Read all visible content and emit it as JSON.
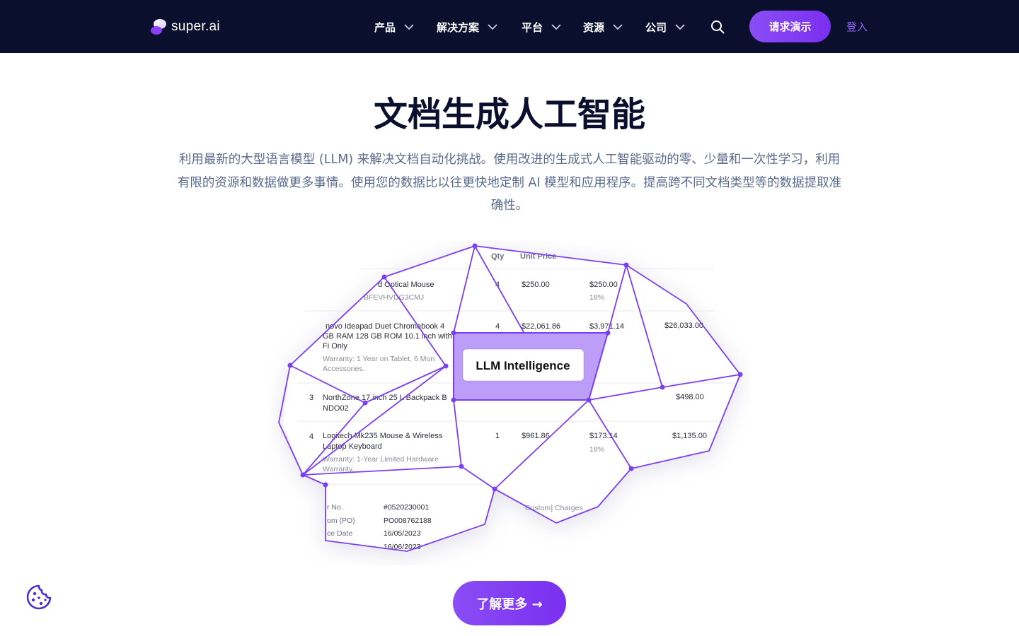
{
  "nav": {
    "logo_text": "super.ai",
    "items": [
      {
        "label": "产品"
      },
      {
        "label": "解决方案"
      },
      {
        "label": "平台"
      },
      {
        "label": "资源"
      },
      {
        "label": "公司"
      }
    ],
    "demo_label": "请求演示",
    "login_label": "登入"
  },
  "hero": {
    "title": "文档生成人工智能",
    "description": "利用最新的大型语言模型 (LLM) 来解决文档自动化挑战。使用改进的生成式人工智能驱动的零、少量和一次性学习，利用有限的资源和数据做更多事情。使用您的数据比以往更快地定制 AI 模型和应用程序。提高跨不同文档类型等的数据提取准确性。",
    "cta_label": "了解更多 →"
  },
  "illustration": {
    "badge": "LLM Intelligence",
    "header_qty": "Qty",
    "header_unit_price": "Unit Price",
    "rows": [
      {
        "desc": "d Optical Mouse",
        "sku": "BFEVHVDG3CMJ",
        "qty": "4",
        "unit": "$250.00",
        "amount": "$250.00",
        "tax": "18%"
      },
      {
        "desc1": "novo Ideapad Duet Chromebook 4",
        "desc2": "GB RAM 128 GB ROM 10.1 inch with",
        "desc3": "Fi Only",
        "warranty1": "Warranty: 1 Year on Tablet, 6 Mon",
        "warranty2": "Accessories.",
        "qty": "4",
        "unit": "$22,061.86",
        "amount": "$3,971.14",
        "total": "$26,033.00"
      },
      {
        "num": "3",
        "desc1": "NorthZone 17 inch 25 L Backpack B",
        "desc2": "NDO02",
        "total": "$498.00"
      },
      {
        "num": "4",
        "desc1": "Logitech Mk235 Mouse & Wireless",
        "desc2": "Laptop Keyboard",
        "warranty1": "Warranty: 1-Year Limited Hardware",
        "warranty2": "Warranty.",
        "qty": "1",
        "unit": "$961.86",
        "amount": "$173.14",
        "tax": "18%",
        "total": "$1,135.00"
      }
    ],
    "meta": [
      {
        "label": "r No.",
        "value": "#0520230001"
      },
      {
        "label": "om (PO)",
        "value": "PO008762188"
      },
      {
        "label": "ce Date",
        "value": "16/05/2023"
      },
      {
        "label": "",
        "value": "16/06/2023"
      }
    ],
    "charges": "Custom] Charges"
  },
  "colors": {
    "accent": "#7b3ff2",
    "nav_bg": "#0b0f2e",
    "title": "#0b0f2e",
    "body_text": "#5a6b8c"
  }
}
